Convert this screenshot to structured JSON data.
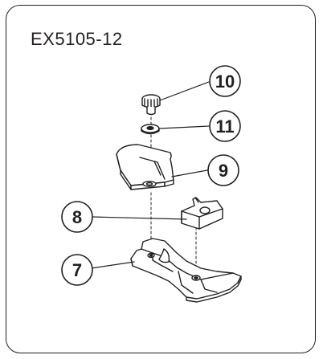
{
  "diagram": {
    "model_label": "EX5105-12",
    "callouts": [
      {
        "id": "screw",
        "number": "10"
      },
      {
        "id": "washer",
        "number": "11"
      },
      {
        "id": "needle-guard",
        "number": "9"
      },
      {
        "id": "feed-block",
        "number": "8"
      },
      {
        "id": "presser-foot",
        "number": "7"
      }
    ]
  },
  "colors": {
    "line": "#231f20",
    "background": "#ffffff"
  }
}
